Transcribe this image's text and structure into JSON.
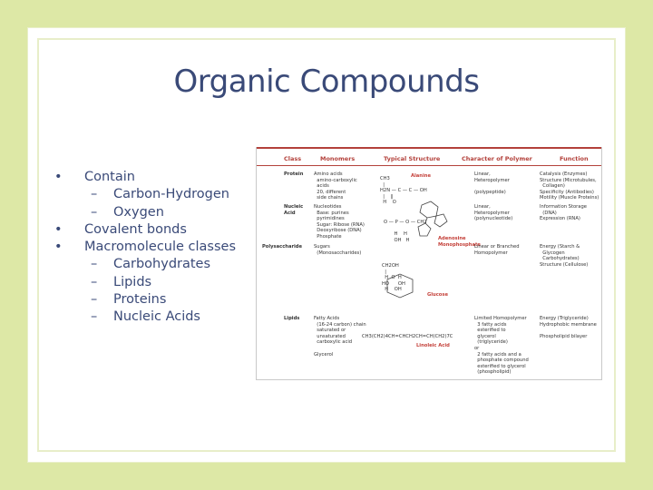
{
  "slide": {
    "title": "Organic Compounds",
    "bullet_marks": {
      "level1": "•",
      "level2": "–"
    },
    "bullets": [
      {
        "level": 1,
        "text": "Contain"
      },
      {
        "level": 2,
        "text": "Carbon-Hydrogen"
      },
      {
        "level": 2,
        "text": "Oxygen"
      },
      {
        "level": 1,
        "text": "Covalent bonds"
      },
      {
        "level": 1,
        "text": "Macromolecule classes"
      },
      {
        "level": 2,
        "text": "Carbohydrates"
      },
      {
        "level": 2,
        "text": "Lipids"
      },
      {
        "level": 2,
        "text": "Proteins"
      },
      {
        "level": 2,
        "text": "Nucleic Acids"
      }
    ]
  },
  "table": {
    "headers": [
      "Class",
      "Monomers",
      "Typical Structure",
      "Character of Polymer",
      "Function"
    ],
    "rows": [
      {
        "class": "Protein",
        "monomers": "Amino acids\n  amino-carboxylic\n  acids\n  20, different\n  side chains",
        "structure_label": "Alanine",
        "structure_text": "CH3\n  |\nH2N — C — C — OH\n  |    ‖\n  H    O",
        "character": "Linear,\nHeteropolymer\n\n(polypeptide)",
        "function": "Catalysis (Enzymes)\nStructure (Microtubules,\n  Collagen)\nSpecificity (Antibodies)\nMotility (Muscle Proteins)"
      },
      {
        "class": "Nucleic\nAcid",
        "monomers": "Nucleotides\n  Base: purines\n  pyrimidines\n  Sugar: Ribose (RNA)\n  Deoxyribose (DNA)\n  Phosphate",
        "structure_label": "Adenosine\nMonophosphate",
        "structure_text": "O — P — O — CH2\n\n       H    H\n       OH   H",
        "character": "Linear,\nHeteropolymer\n(polynucleotide)",
        "function": "Information Storage\n  (DNA)\nExpression (RNA)"
      },
      {
        "class": "Polysaccharide",
        "monomers": "Sugars\n  (Monosaccharides)",
        "structure_label": "Glucose",
        "structure_text": "CH2OH\n  |\n  H  O  H\nHO      OH\n  H    OH",
        "character": "Linear or Branched\nHomopolymer",
        "function": "Energy (Starch &\n  Glycogen\n  Carbohydrates)\nStructure (Cellulose)"
      },
      {
        "class": "Lipids",
        "monomers": "Fatty Acids\n  (16-24 carbon) chain\n  saturated or\n  unsaturated\n  carboxylic acid\n\nGlycerol",
        "structure_label": "Linoleic Acid",
        "structure_text": "CH3(CH2)4CH=CHCH2CH=CH(CH2)7C",
        "character": "Limited Homopolymer\n  3 fatty acids\n  esterified to\n  glycerol\n  (triglyceride)\nor\n  2 fatty acids and a\n  phosphate compound\n  esterified to glycerol\n  (phospholipid)",
        "function": "Energy (Triglyceride)\nHydrophobic membrane\n\nPhospholipid bilayer"
      }
    ]
  }
}
